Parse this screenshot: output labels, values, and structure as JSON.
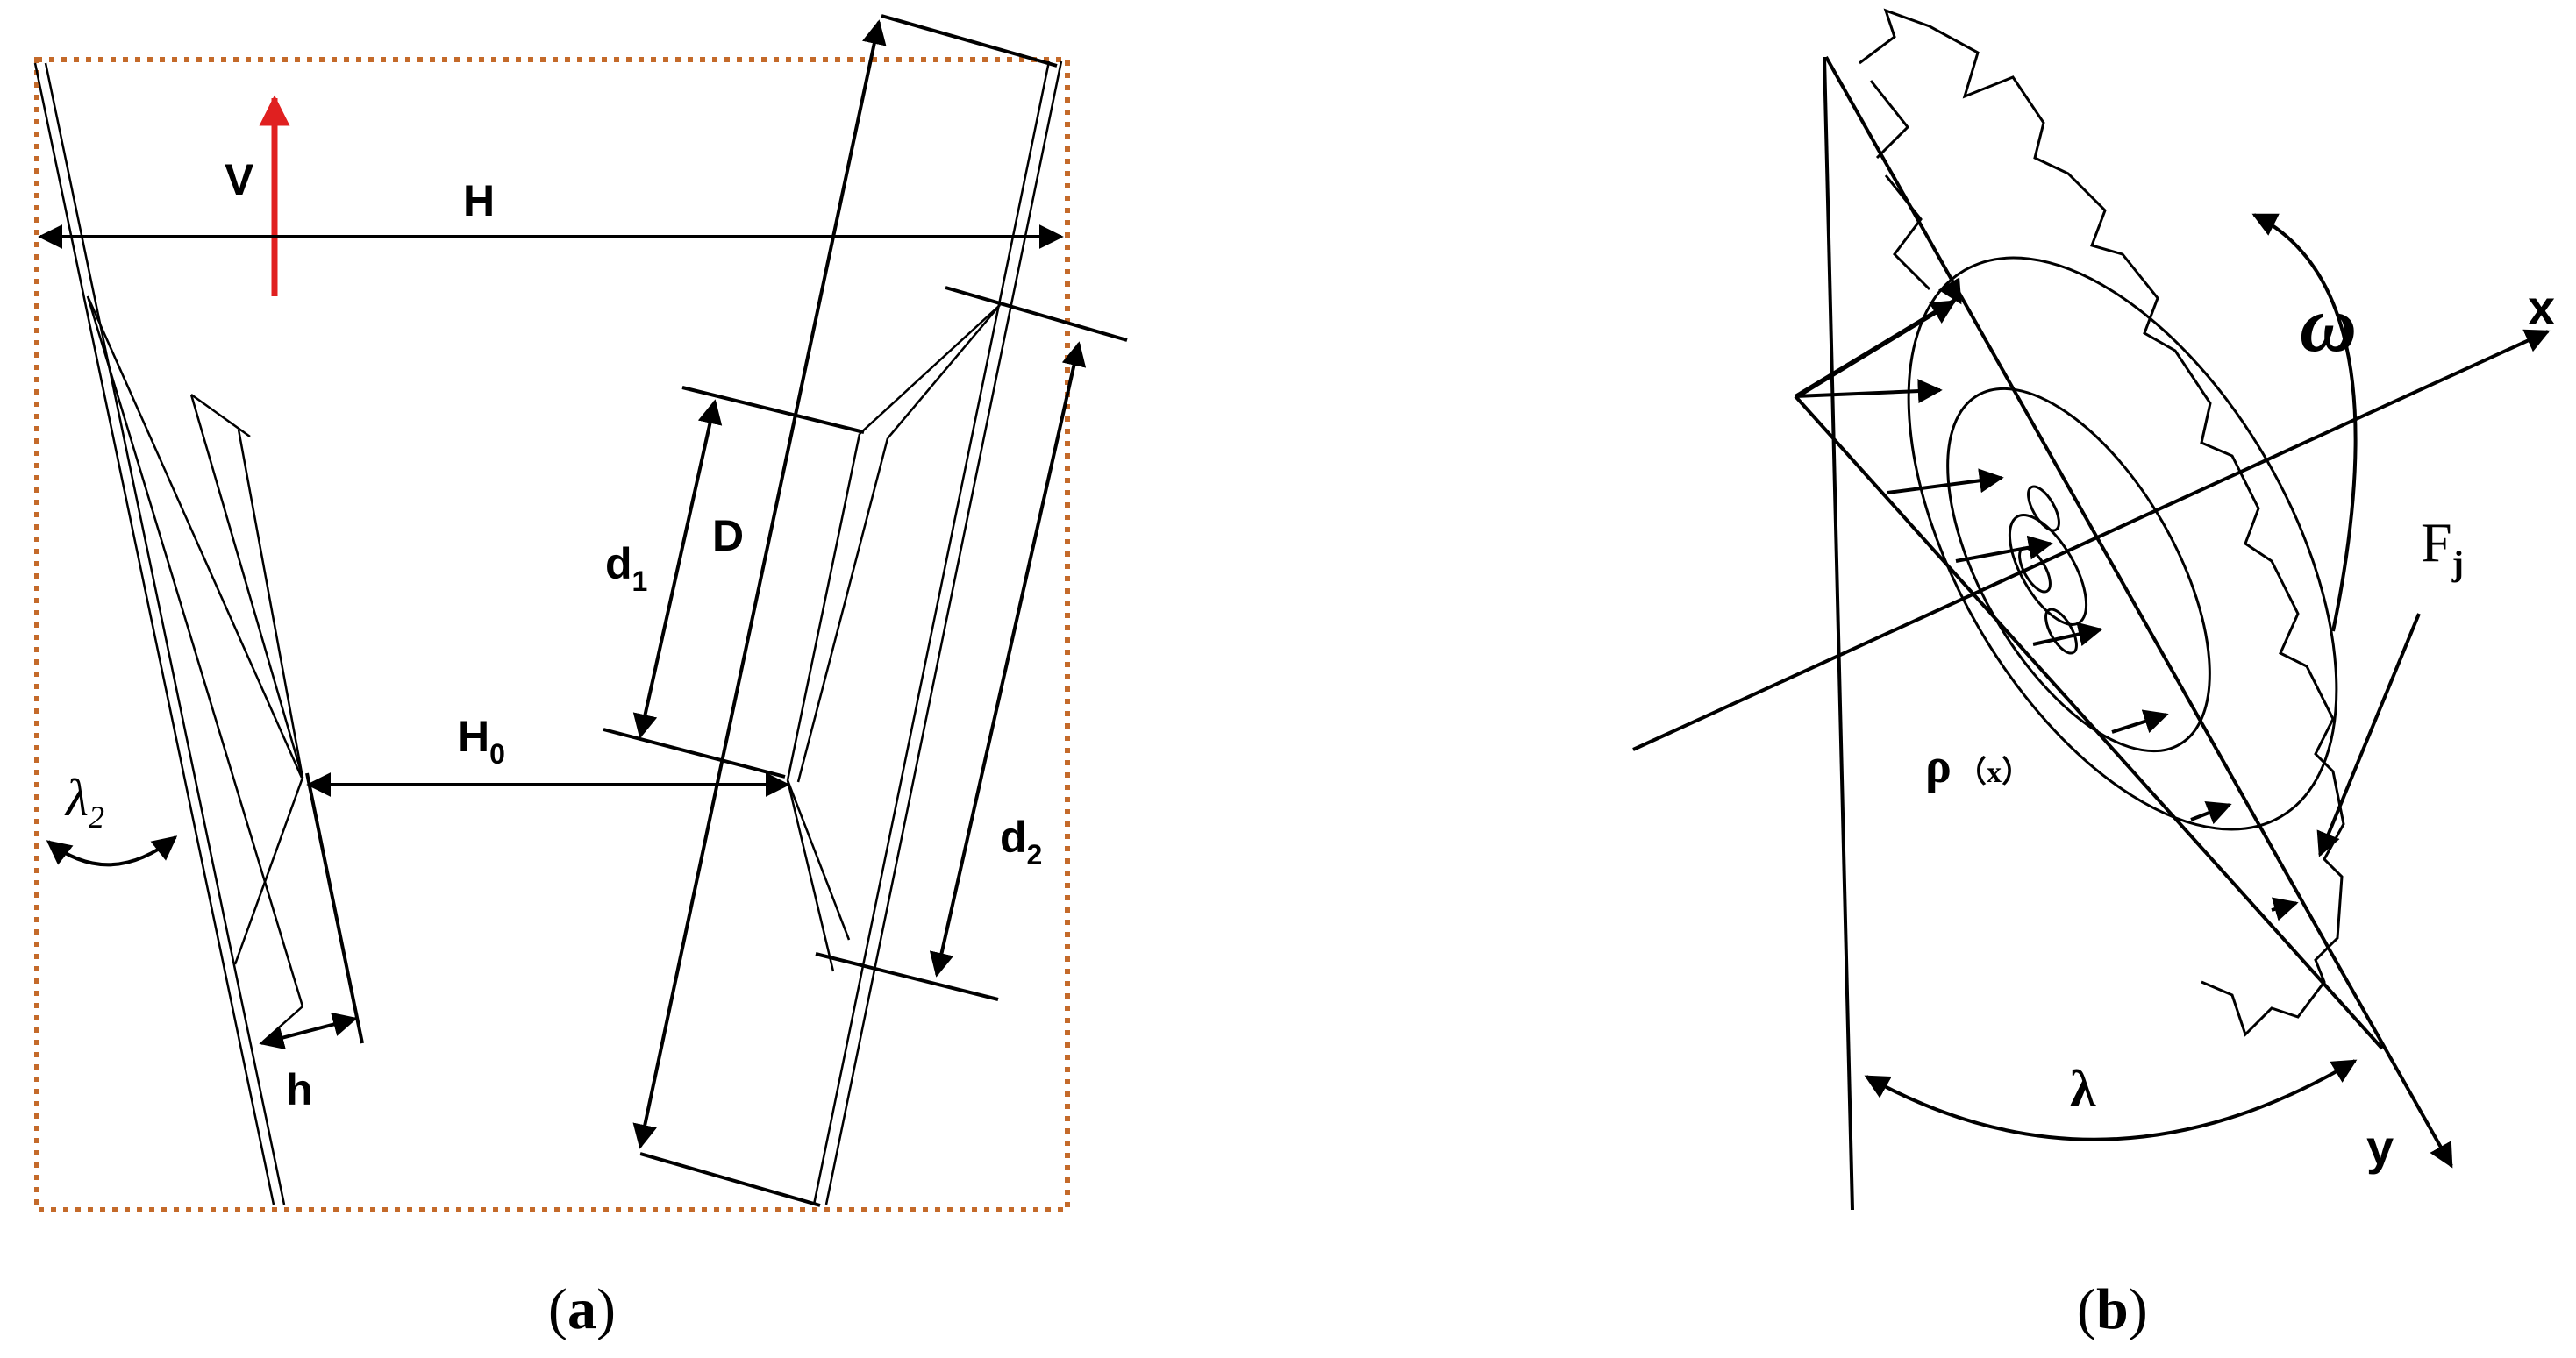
{
  "panel_a": {
    "labels": {
      "V": "V",
      "H": "H",
      "d1": "d",
      "d1_sub": "1",
      "D": "D",
      "H0": "H",
      "H0_sub": "0",
      "d2": "d",
      "d2_sub": "2",
      "lambda2": "λ",
      "lambda2_sub": "2",
      "h": "h"
    },
    "caption_open": "(",
    "caption_letter": "a",
    "caption_close": ")",
    "colors": {
      "velocity_arrow": "#e02020",
      "frame": "#c46a2a"
    }
  },
  "panel_b": {
    "labels": {
      "x": "x",
      "y": "y",
      "omega": "ω",
      "Fj": "F",
      "Fj_sub": "j",
      "rho": "ρ",
      "rho_arg": "（x）",
      "lambda": "λ"
    },
    "caption_open": "(",
    "caption_letter": "b",
    "caption_close": ")"
  }
}
